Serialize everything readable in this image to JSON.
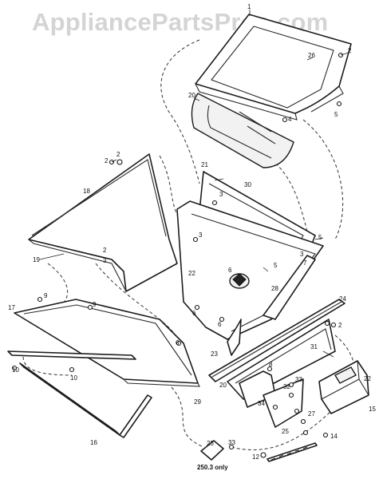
{
  "watermark": "AppliancePartsPros.com",
  "note": "250.3 only",
  "callouts": {
    "c1": "1",
    "c2a": "2",
    "c2b": "2",
    "c2c": "2",
    "c2d": "2",
    "c3a": "3",
    "c3b": "3",
    "c3c": "3",
    "c3d": "3",
    "c4": "4",
    "c5a": "5",
    "c5b": "5",
    "c5c": "5",
    "c6a": "6",
    "c6b": "6",
    "c6c": "6",
    "c6d": "6",
    "c7": "7",
    "c8": "8",
    "c9a": "9",
    "c9b": "9",
    "c10a": "10",
    "c10b": "10",
    "c12": "12",
    "c14": "14",
    "c15": "15",
    "c16": "16",
    "c17": "17",
    "c18": "18",
    "c19": "19",
    "c20a": "20",
    "c20b": "20",
    "c21": "21",
    "c22a": "22",
    "c22b": "22",
    "c23": "23",
    "c24": "24",
    "c25a": "25",
    "c25b": "25",
    "c26": "26",
    "c27": "27",
    "c28": "28",
    "c29": "29",
    "c30": "30",
    "c31": "31",
    "c32": "32",
    "c33a": "33",
    "c33b": "33",
    "c34": "34"
  }
}
